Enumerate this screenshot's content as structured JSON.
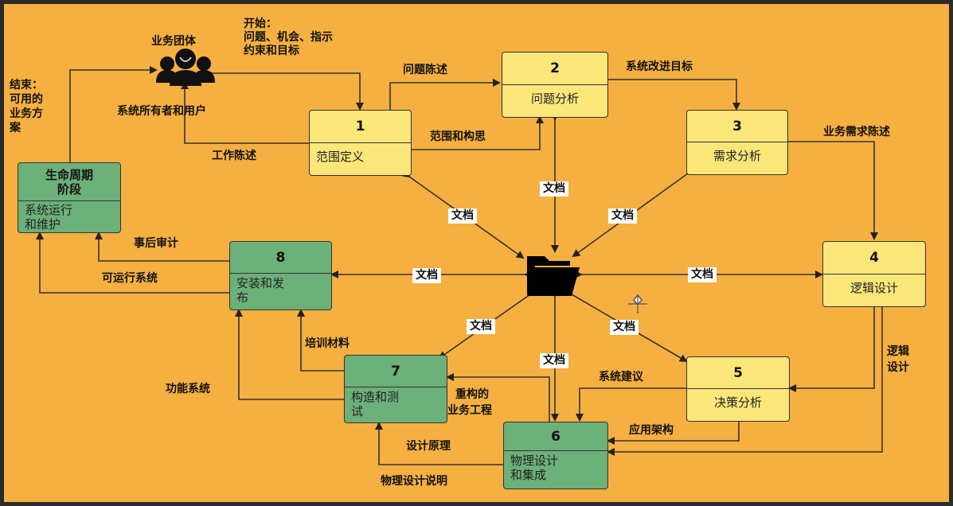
{
  "actors": {
    "business_group": "业务团体",
    "owners_users": "系统所有者和用户"
  },
  "start_note": [
    "开始：",
    "问题、机会、指示",
    "约束和目标"
  ],
  "end_note": [
    "结束：",
    "可用的",
    "业务方",
    "案"
  ],
  "lifecycle": {
    "title_l1": "生命周期",
    "title_l2": "阶段",
    "name_l1": "系统运行",
    "name_l2": "和维护"
  },
  "phases": [
    {
      "num": "1",
      "name": "范围定义"
    },
    {
      "num": "2",
      "name": "问题分析"
    },
    {
      "num": "3",
      "name": "需求分析"
    },
    {
      "num": "4",
      "name": "逻辑设计"
    },
    {
      "num": "5",
      "name": "决策分析"
    },
    {
      "num": "6",
      "name_l1": "物理设计",
      "name_l2": "和集成"
    },
    {
      "num": "7",
      "name_l1": "构造和测",
      "name_l2": "试"
    },
    {
      "num": "8",
      "name_l1": "安装和发",
      "name_l2": "布"
    }
  ],
  "flow_labels": {
    "problem_statement": "问题陈述",
    "system_goals": "系统改进目标",
    "scope_vision": "范围和构思",
    "work_statement": "工作陈述",
    "business_requirements": "业务需求陈述",
    "logical_design_l1": "逻辑",
    "logical_design_l2": "设计",
    "system_proposal": "系统建议",
    "app_architecture": "应用架构",
    "refactored_l1": "重构的",
    "refactored_l2": "业务工程",
    "design_principles": "设计原理",
    "physical_spec": "物理设计说明",
    "training_materials": "培训材料",
    "functional_system": "功能系统",
    "post_audit": "事后审计",
    "operational_system": "可运行系统"
  },
  "doc_label": "文档"
}
